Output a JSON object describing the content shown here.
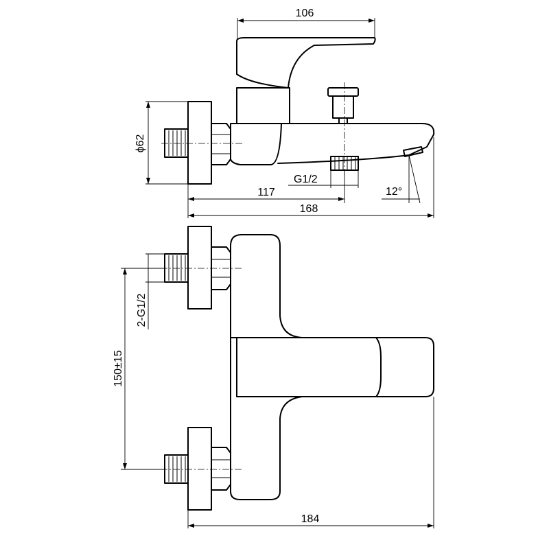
{
  "dimensions": {
    "top_width": "106",
    "diameter": "ϕ62",
    "thread": "G1/2",
    "spout_angle": "12°",
    "length_to_outlet": "117",
    "overall_depth": "168",
    "inlet_thread": "2-G1/2",
    "inlet_spacing": "150±15",
    "overall_width": "184"
  }
}
